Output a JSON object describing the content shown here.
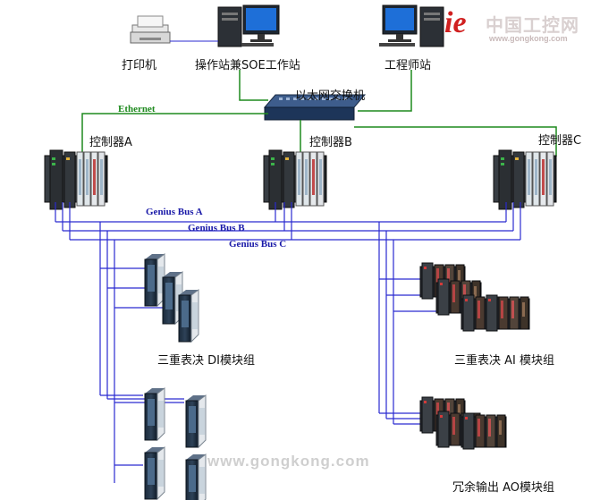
{
  "nodes": {
    "printer": "打印机",
    "operator_station": "操作站兼SOE工作站",
    "engineer_station": "工程师站",
    "switch": "以太网交换机",
    "controller_a": "控制器A",
    "controller_b": "控制器B",
    "controller_c": "控制器C",
    "di_group": "三重表决 DI模块组",
    "ai_group": "三重表决 AI 模块组",
    "ao_group": "冗余输出 AO模块组"
  },
  "networks": {
    "ethernet": "Ethernet",
    "bus_a": "Genius Bus A",
    "bus_b": "Genius Bus B",
    "bus_c": "Genius Bus C"
  },
  "branding": {
    "logo_mark": "ie",
    "logo_name": "中国工控网",
    "logo_url": "www.gongkong.com",
    "watermark": "www.gongkong.com"
  },
  "colors": {
    "ethernet_line": "#1e8a1e",
    "bus_line": "#2a2ad0",
    "printer_link": "#2a2ad0"
  }
}
